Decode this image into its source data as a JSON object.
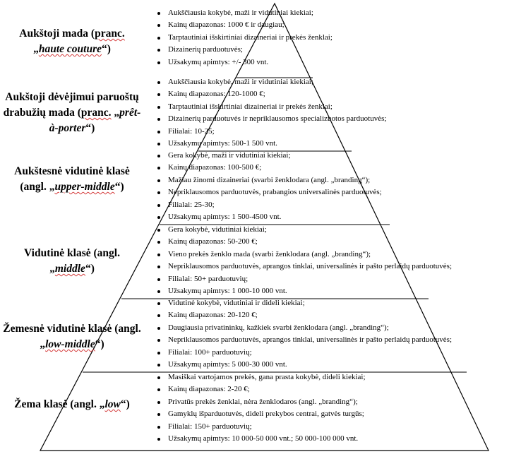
{
  "tiers": [
    {
      "label_parts": [
        {
          "t": "Aukštoji mada ("
        },
        {
          "t": "pranc.",
          "sq": true
        },
        {
          "t": " „"
        },
        {
          "t": "haute couture",
          "it": true,
          "sq": true
        },
        {
          "t": "“)"
        }
      ],
      "bullets": [
        "Aukščiausia kokybė, maži ir vidutiniai kiekiai;",
        "Kainų diapazonas: 1000 € ir daugiau;",
        "Tarptautiniai išskirtiniai dizaineriai ir prekės ženklai;",
        "Dizainerių parduotuvės;",
        "Užsakymų apimtys: +/- 300 vnt."
      ]
    },
    {
      "label_parts": [
        {
          "t": "Aukštoji dėvėjimui paruoštų drabužių mada ("
        },
        {
          "t": "pranc.",
          "sq": true
        },
        {
          "t": " „"
        },
        {
          "t": "prêt-à-porter",
          "it": true
        },
        {
          "t": "“)"
        }
      ],
      "bullets": [
        "Aukščiausia kokybė, maži ir vidutiniai kiekiai;",
        "Kainų diapazonas: 120-1000 €;",
        "Tarptautiniai išskirtiniai dizaineriai ir prekės ženklai;",
        "Dizainerių parduotuvės ir nepriklausomos specializuotos parduotuvės;",
        "Filialai: 10-25;",
        "Užsakymų apimtys: 500-1 500 vnt."
      ]
    },
    {
      "label_parts": [
        {
          "t": "Aukštesnė vidutinė klasė (angl. „"
        },
        {
          "t": "upper-middle",
          "it": true,
          "sq": true
        },
        {
          "t": "“)"
        }
      ],
      "bullets": [
        "Gera kokybė, maži ir vidutiniai kiekiai;",
        "Kainų diapazonas: 100-500 €;",
        "Mažiau žinomi dizaineriai (svarbi ženklodara (angl. „branding“);",
        "Nepriklausomos parduotuvės, prabangios universalinės parduotuvės;",
        "Filialai: 25-30;",
        "Užsakymų apimtys: 1 500-4500 vnt."
      ]
    },
    {
      "label_parts": [
        {
          "t": "Vidutinė klasė (angl. „"
        },
        {
          "t": "middle",
          "it": true,
          "sq": true
        },
        {
          "t": "“)"
        }
      ],
      "bullets": [
        "Gera kokybė, vidutiniai kiekiai;",
        "Kainų diapazonas: 50-200 €;",
        "Vieno prekės ženklo mada (svarbi ženklodara (angl. „branding“);",
        "Nepriklausomos parduotuvės, aprangos tinklai, universalinės ir pašto perlaidų parduotuvės;",
        "Filialai: 50+ parduotuvių;",
        "Užsakymų apimtys: 1 000-10 000 vnt."
      ]
    },
    {
      "label_parts": [
        {
          "t": "Žemesnė vidutinė klasė (angl. „"
        },
        {
          "t": "low-middle",
          "it": true,
          "sq": true
        },
        {
          "t": "“)"
        }
      ],
      "bullets": [
        "Vidutinė kokybė, vidutiniai ir dideli kiekiai;",
        "Kainų diapazonas: 20-120 €;",
        "Daugiausia privatininkų, kažkiek svarbi ženklodara (angl. „branding“);",
        "Nepriklausomos parduotuvės, aprangos tinklai, universalinės ir pašto perlaidų parduotuvės;",
        "Filialai: 100+ parduotuvių;",
        "Užsakymų apimtys: 5 000-30 000 vnt."
      ]
    },
    {
      "label_parts": [
        {
          "t": "Žema klasė (angl. „"
        },
        {
          "t": "low",
          "it": true,
          "sq": true
        },
        {
          "t": "“)"
        }
      ],
      "bullets": [
        "Masiškai vartojamos prekės, gana prasta kokybė, dideli kiekiai;",
        "Kainų diapazonas: 2-20 €;",
        "Privatūs prekės ženklai, nėra ženklodaros (angl. „branding“);",
        "Gamyklų išparduotuvės, dideli prekybos centrai, gatvės turgūs;",
        "Filialai: 150+ parduotuvių;",
        "Užsakymų apimtys: 10 000-50 000 vnt.; 50 000-100 000 vnt."
      ]
    }
  ]
}
